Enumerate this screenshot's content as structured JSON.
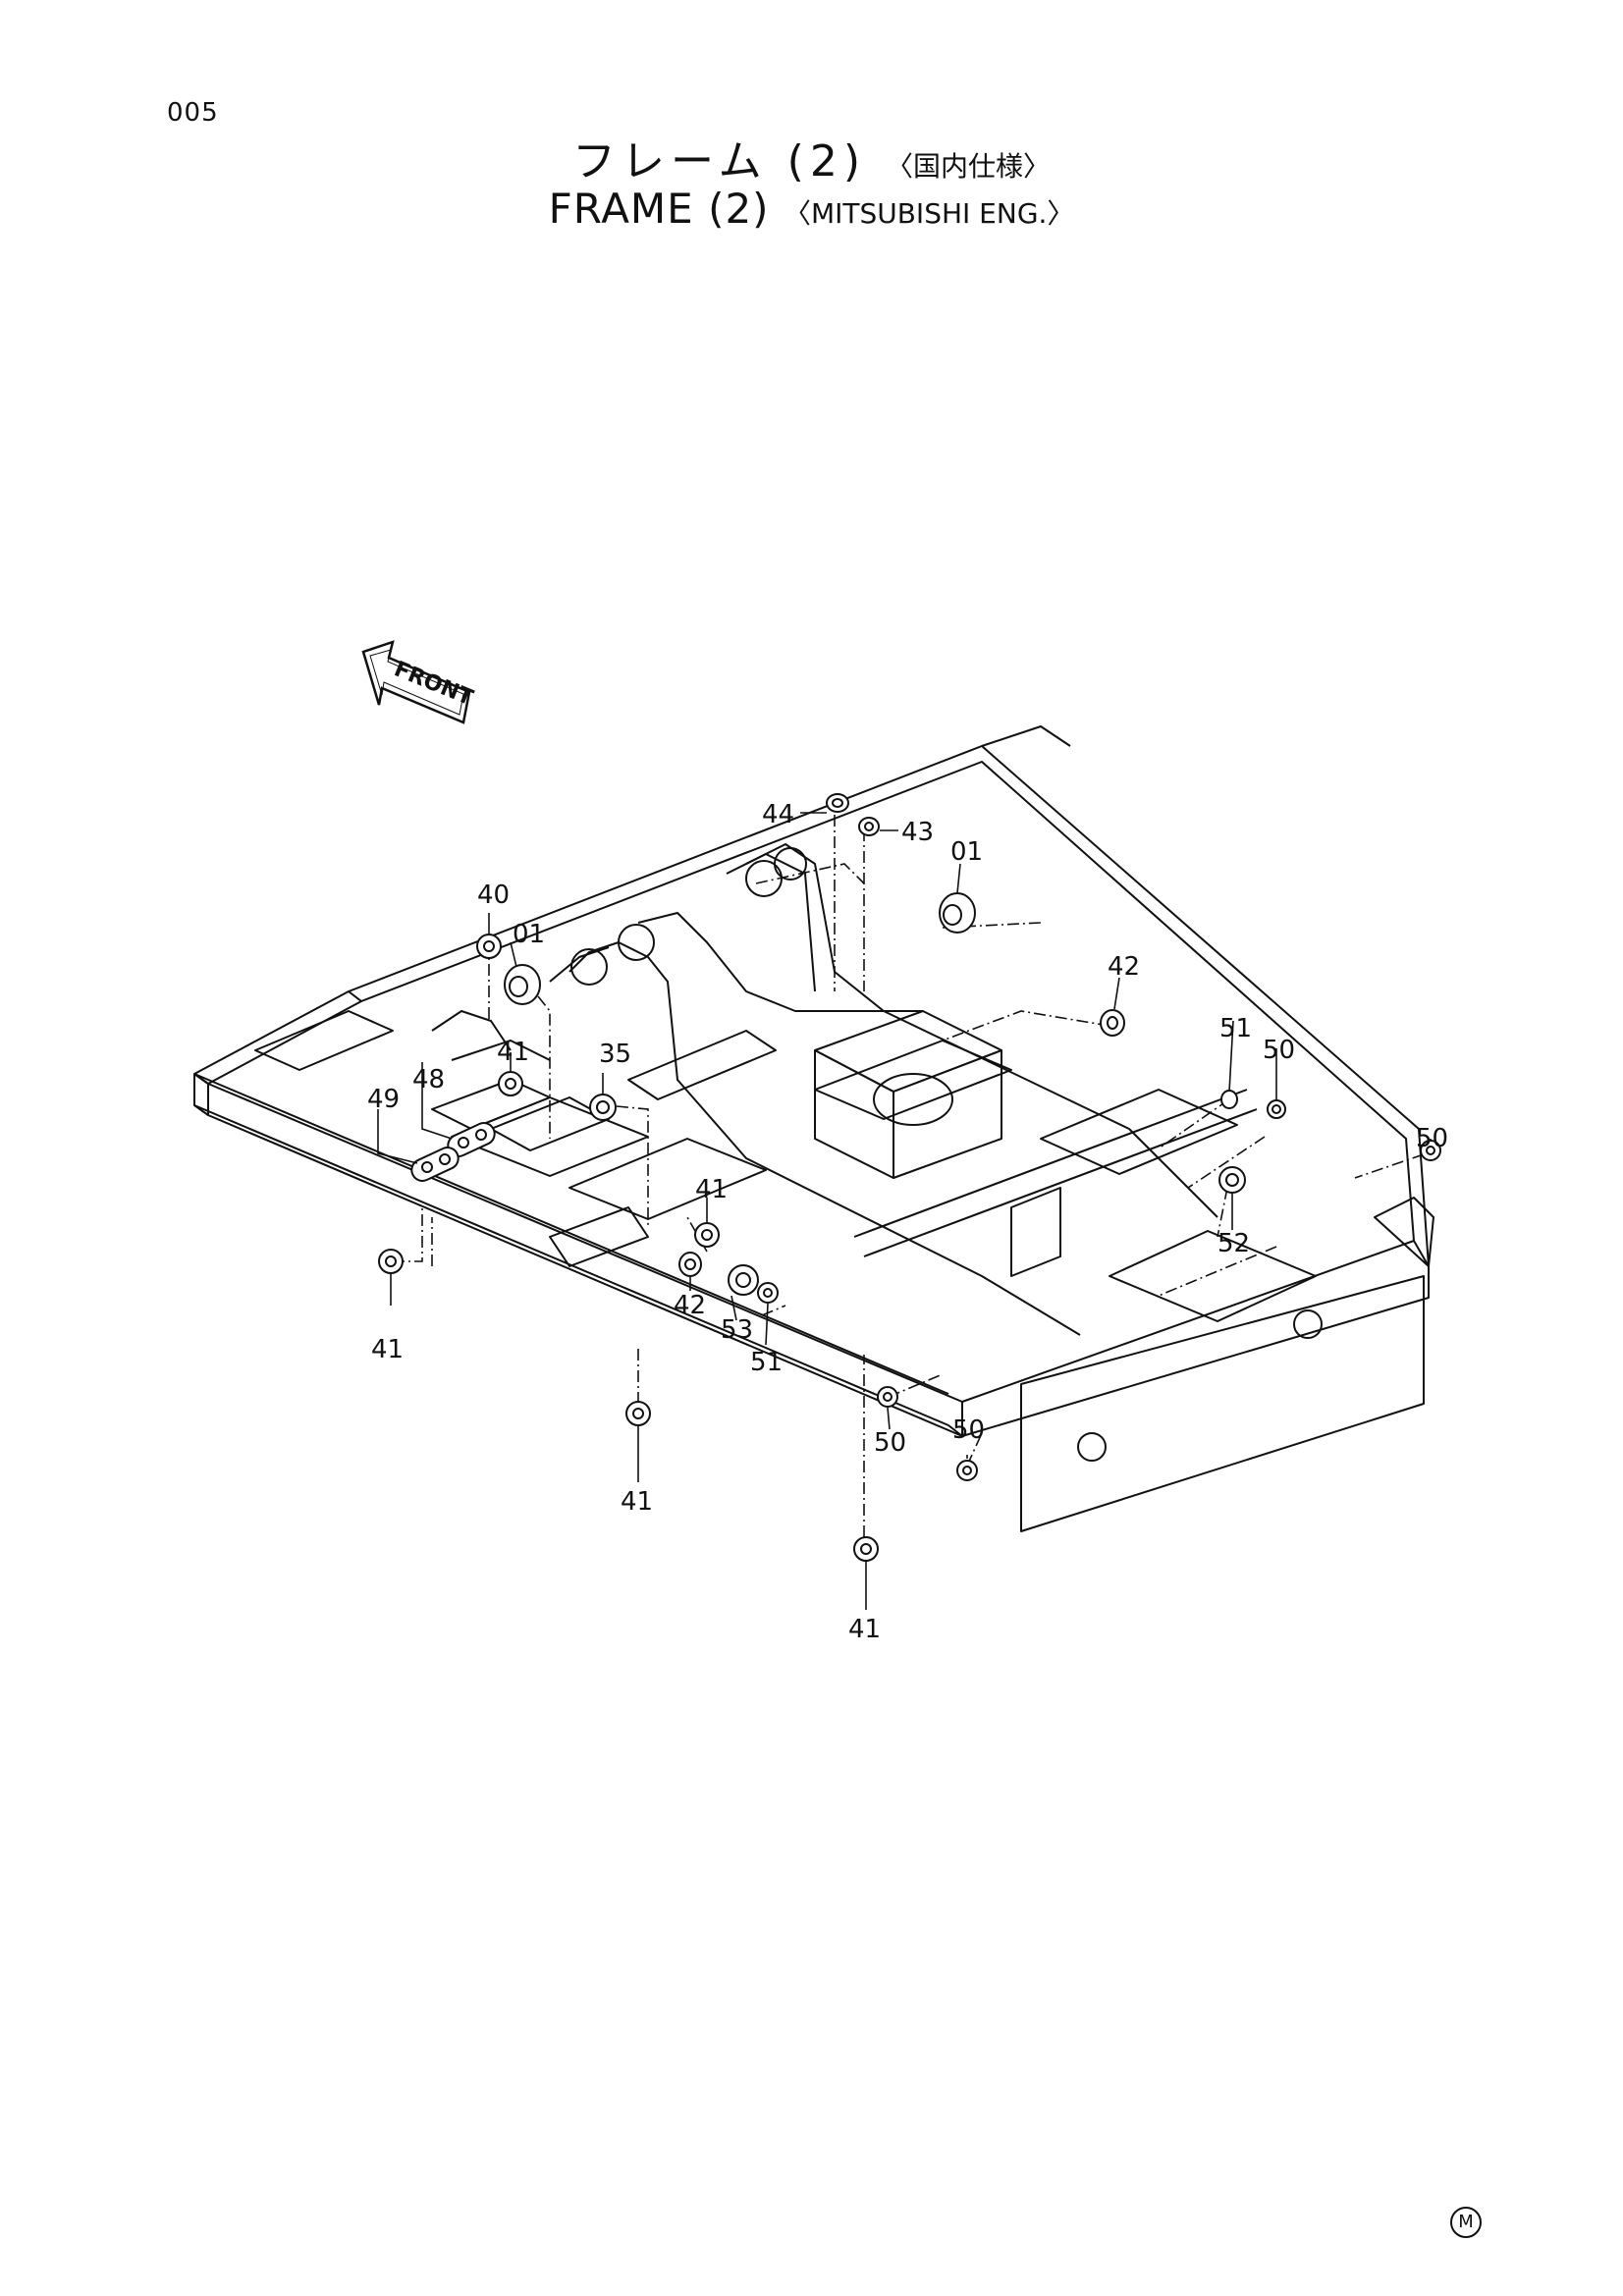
{
  "page_number": "005",
  "title_jp": "フレーム",
  "title_jp_num": "(2)",
  "title_jp_sub": "〈国内仕様〉",
  "title_en": "FRAME",
  "title_en_num": "(2)",
  "title_en_sub": "〈MITSUBISHI ENG.〉",
  "front_label": "FRONT",
  "mark": "M",
  "callouts": [
    "44",
    "43",
    "01",
    "40",
    "01",
    "42",
    "41",
    "35",
    "48",
    "49",
    "51",
    "50",
    "50",
    "41",
    "42",
    "53",
    "51",
    "52",
    "41",
    "50",
    "50",
    "41",
    "41"
  ]
}
